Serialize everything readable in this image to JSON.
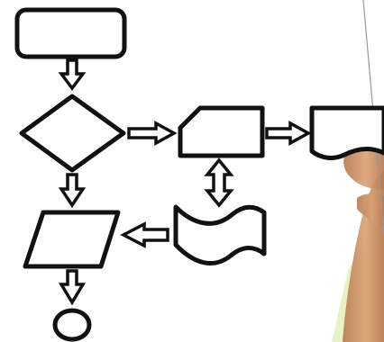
{
  "diagram": {
    "kind": "flowchart",
    "stroke_color": "#111111",
    "fill_color": "#ffffff",
    "shapes": [
      {
        "id": "process-box",
        "shape": "rounded-rectangle"
      },
      {
        "id": "decision",
        "shape": "diamond"
      },
      {
        "id": "manual-input",
        "shape": "clipped-corner-rectangle"
      },
      {
        "id": "document",
        "shape": "document"
      },
      {
        "id": "tape",
        "shape": "wavy-tape"
      },
      {
        "id": "data-io",
        "shape": "parallelogram"
      },
      {
        "id": "terminator",
        "shape": "circle"
      }
    ],
    "arrows": [
      {
        "from": "process-box",
        "to": "decision",
        "style": "hollow-block"
      },
      {
        "from": "decision",
        "to": "manual-input",
        "style": "hollow-block"
      },
      {
        "from": "manual-input",
        "to": "document",
        "style": "hollow-block"
      },
      {
        "from": "decision",
        "to": "data-io",
        "style": "hollow-block"
      },
      {
        "from": "manual-input",
        "to": "tape",
        "style": "hollow-block-double"
      },
      {
        "from": "tape",
        "to": "data-io",
        "style": "hollow-block"
      },
      {
        "from": "data-io",
        "to": "terminator",
        "style": "hollow-block"
      }
    ]
  },
  "background": {
    "hand_skin_color": "#d9a276",
    "hand_shadow_color": "#b87a52",
    "green_tint_color": "#e8f2c6",
    "marker_line_color": "#9a9a9a"
  }
}
